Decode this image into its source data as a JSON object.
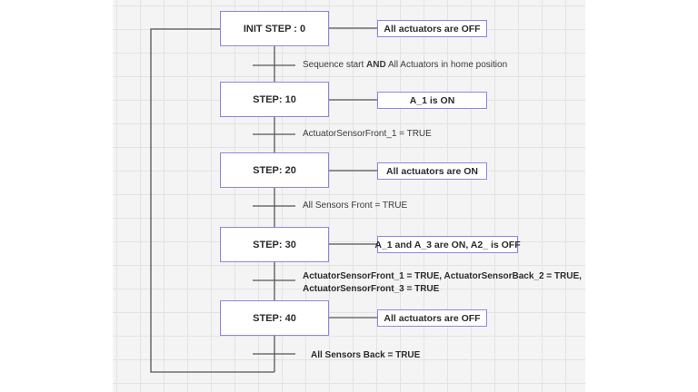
{
  "steps": [
    {
      "label": "INIT STEP : 0",
      "action": "All actuators are OFF"
    },
    {
      "label": "STEP: 10",
      "action": "A_1 is ON"
    },
    {
      "label": "STEP: 20",
      "action": "All actuators are ON"
    },
    {
      "label": "STEP: 30",
      "action": "A_1 and A_3 are ON, A2_ is OFF"
    },
    {
      "label": "STEP: 40",
      "action": "All actuators are OFF"
    }
  ],
  "transitions": {
    "t0": {
      "prefix": "Sequence start ",
      "keyword": "AND",
      "suffix": " All Actuators in home position"
    },
    "t1": "ActuatorSensorFront_1 = TRUE",
    "t2": "All Sensors Front = TRUE",
    "t3": {
      "line1": "ActuatorSensorFront_1 = TRUE, ActuatorSensorBack_2 = TRUE,",
      "line2": "ActuatorSensorFront_3 = TRUE"
    },
    "t4": "All Sensors Back = TRUE"
  },
  "colors": {
    "box_border": "#9b7fe3",
    "grid_background": "#f4f4f4",
    "grid_line": "#e3e3e3",
    "wire": "#555555"
  }
}
